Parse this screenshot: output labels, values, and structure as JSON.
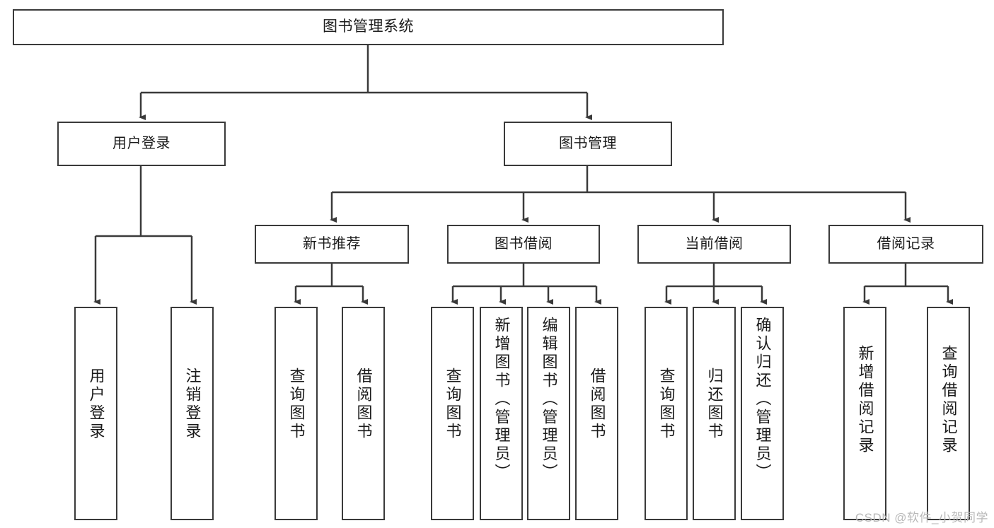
{
  "diagram": {
    "title": "图书管理系统",
    "root": {
      "label": "图书管理系统"
    },
    "level1": [
      {
        "label": "用户登录"
      },
      {
        "label": "图书管理"
      }
    ],
    "level2": [
      {
        "label": "新书推荐"
      },
      {
        "label": "图书借阅"
      },
      {
        "label": "当前借阅"
      },
      {
        "label": "借阅记录"
      }
    ],
    "leaves": {
      "user_login": [
        {
          "label": "用户登录"
        },
        {
          "label": "注销登录"
        }
      ],
      "new_book_recommend": [
        {
          "label": "查询图书"
        },
        {
          "label": "借阅图书"
        }
      ],
      "book_borrow": [
        {
          "label": "查询图书"
        },
        {
          "label": "新增图书（管理员）"
        },
        {
          "label": "编辑图书（管理员）"
        },
        {
          "label": "借阅图书"
        }
      ],
      "current_borrow": [
        {
          "label": "查询图书"
        },
        {
          "label": "归还图书"
        },
        {
          "label": "确认归还（管理员）"
        }
      ],
      "borrow_record": [
        {
          "label": "新增借阅记录"
        },
        {
          "label": "查询借阅记录"
        }
      ]
    }
  },
  "watermark": {
    "text": "CSDN @软件_小贺同学"
  },
  "colors": {
    "border": "#3a3a3a",
    "text": "#1a1a1a",
    "background": "#ffffff",
    "watermark": "#b9b9b9"
  }
}
